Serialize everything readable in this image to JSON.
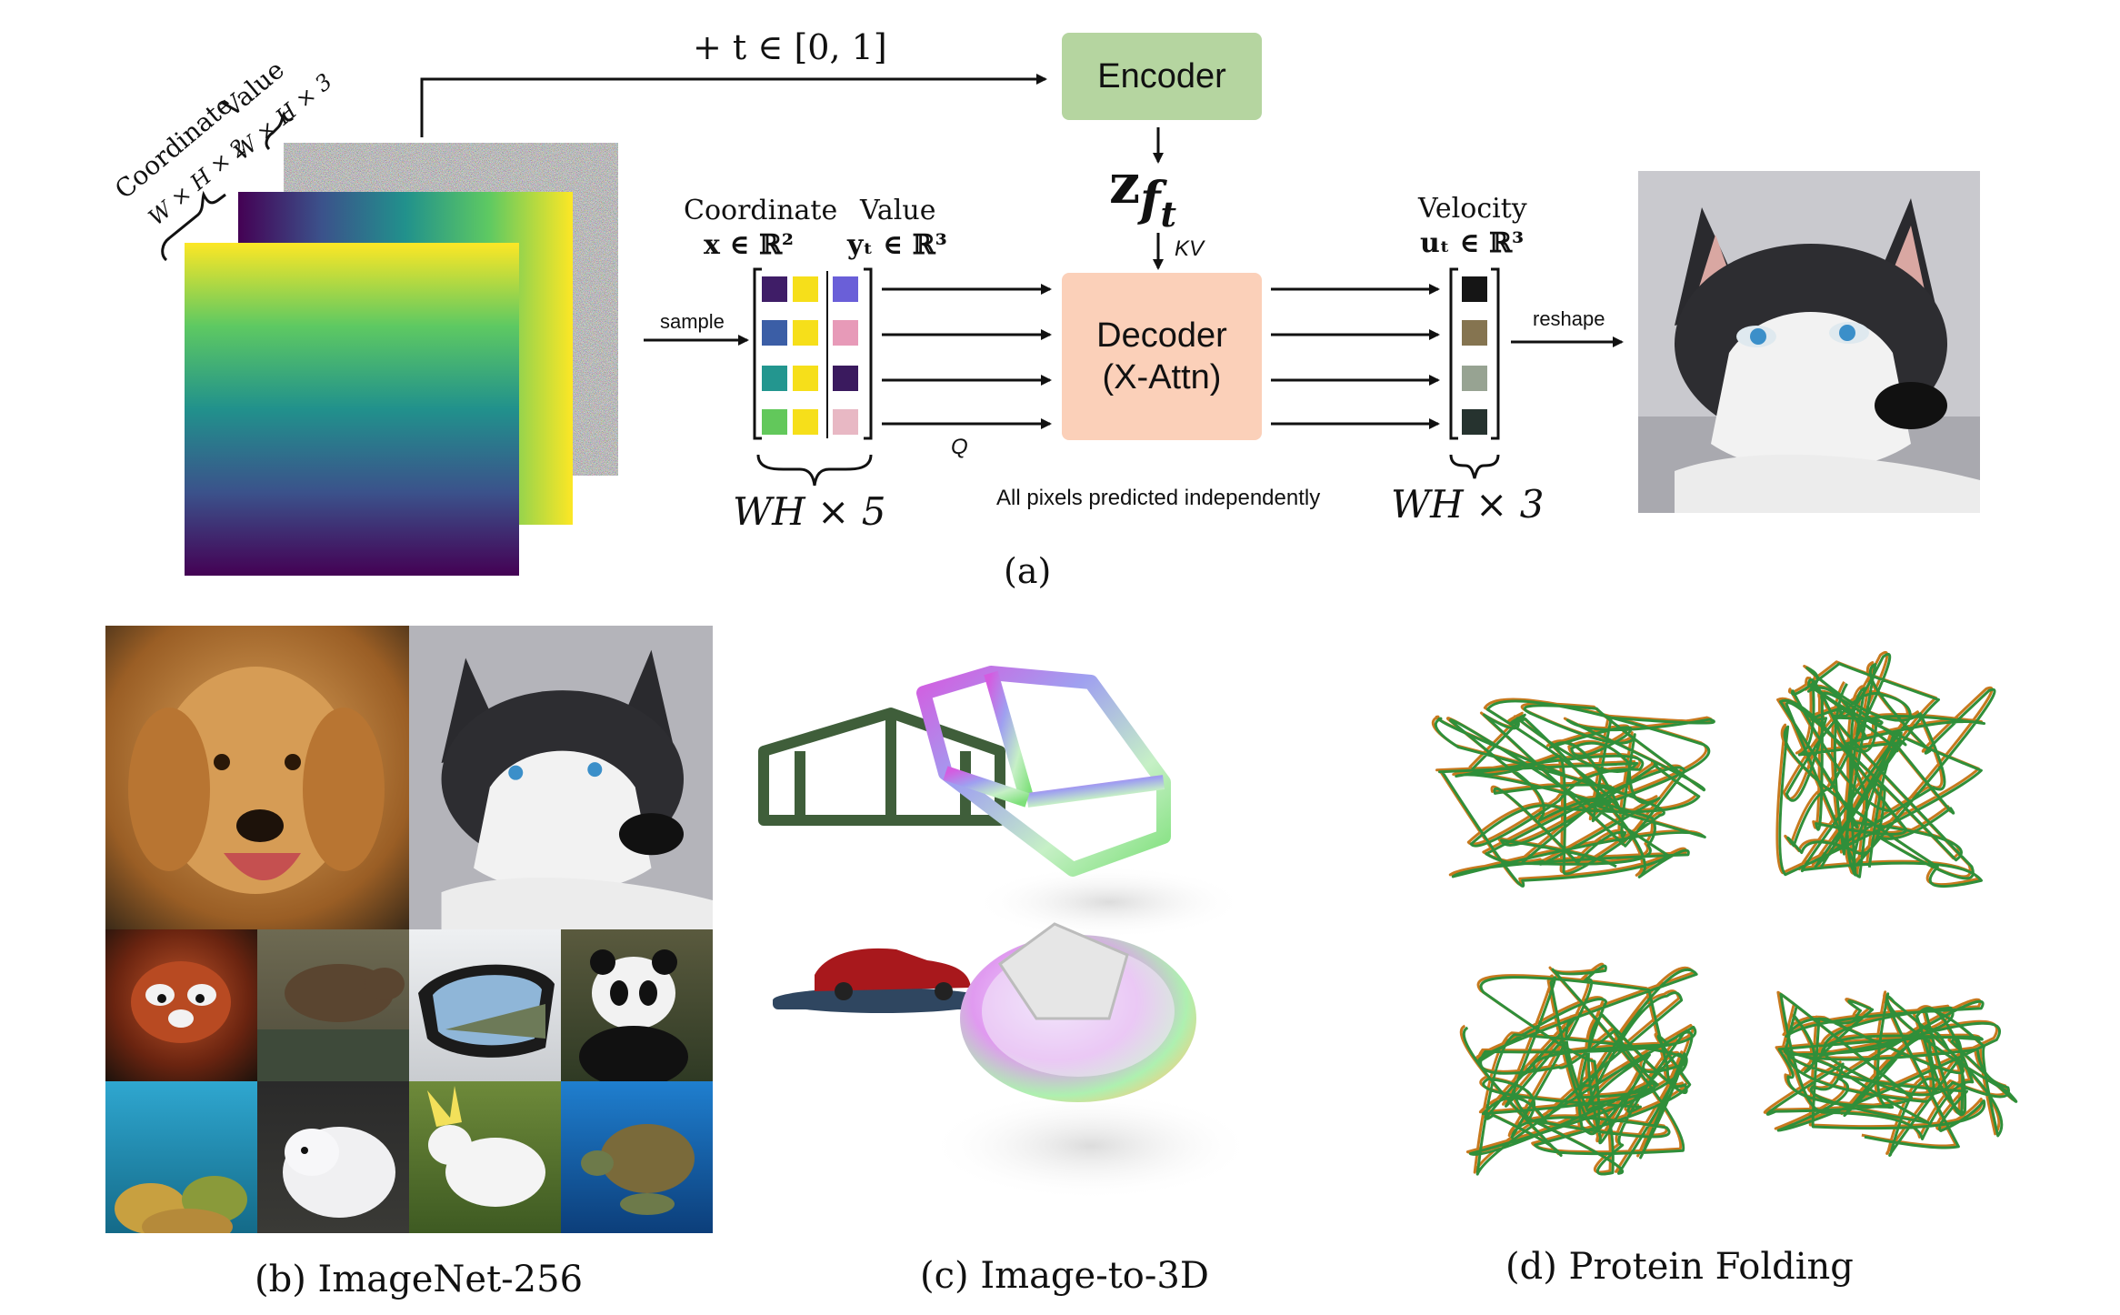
{
  "panel_a": {
    "top_arrow_label": "+ t ∈ [0, 1]",
    "encoder_label": "Encoder",
    "latent_symbol": "z",
    "latent_sub": "f",
    "latent_subsub": "t",
    "kv_label": "KV",
    "coord_header": "Coordinate",
    "coord_math": "x ∈ ℝ²",
    "value_header": "Value",
    "value_math": "yₜ ∈ ℝ³",
    "decoder_line1": "Decoder",
    "decoder_line2": "(X-Attn)",
    "velocity_header": "Velocity",
    "velocity_math": "uₜ ∈ ℝ³",
    "sample_label": "sample",
    "q_label": "Q",
    "reshape_label": "reshape",
    "input_dim": "WH × 5",
    "output_dim": "WH × 3",
    "independent_note": "All pixels predicted independently",
    "stack_coord_label": "Coordinate",
    "stack_coord_dim": "W × H × 2",
    "stack_value_label": "Value",
    "stack_value_dim": "W × H × 3",
    "caption": "(a)",
    "token_colors": {
      "coord_a": [
        "#3f1d67",
        "#3b5ea6",
        "#23968f",
        "#62c85b"
      ],
      "coord_b": [
        "#f6df1a",
        "#f6df1a",
        "#f6df1a",
        "#f6df1a"
      ],
      "value": [
        "#6a5fd8",
        "#e79ab8",
        "#3a1a5e",
        "#e8b8c4"
      ],
      "velocity": [
        "#151515",
        "#857450",
        "#97a392",
        "#26332f"
      ]
    }
  },
  "panel_b": {
    "caption_prefix": "(b)",
    "caption_text": "ImageNet-256"
  },
  "panel_c": {
    "caption_prefix": "(c)",
    "caption_text": "Image-to-3D"
  },
  "panel_d": {
    "caption_prefix": "(d)",
    "caption_text": "Protein Folding"
  }
}
